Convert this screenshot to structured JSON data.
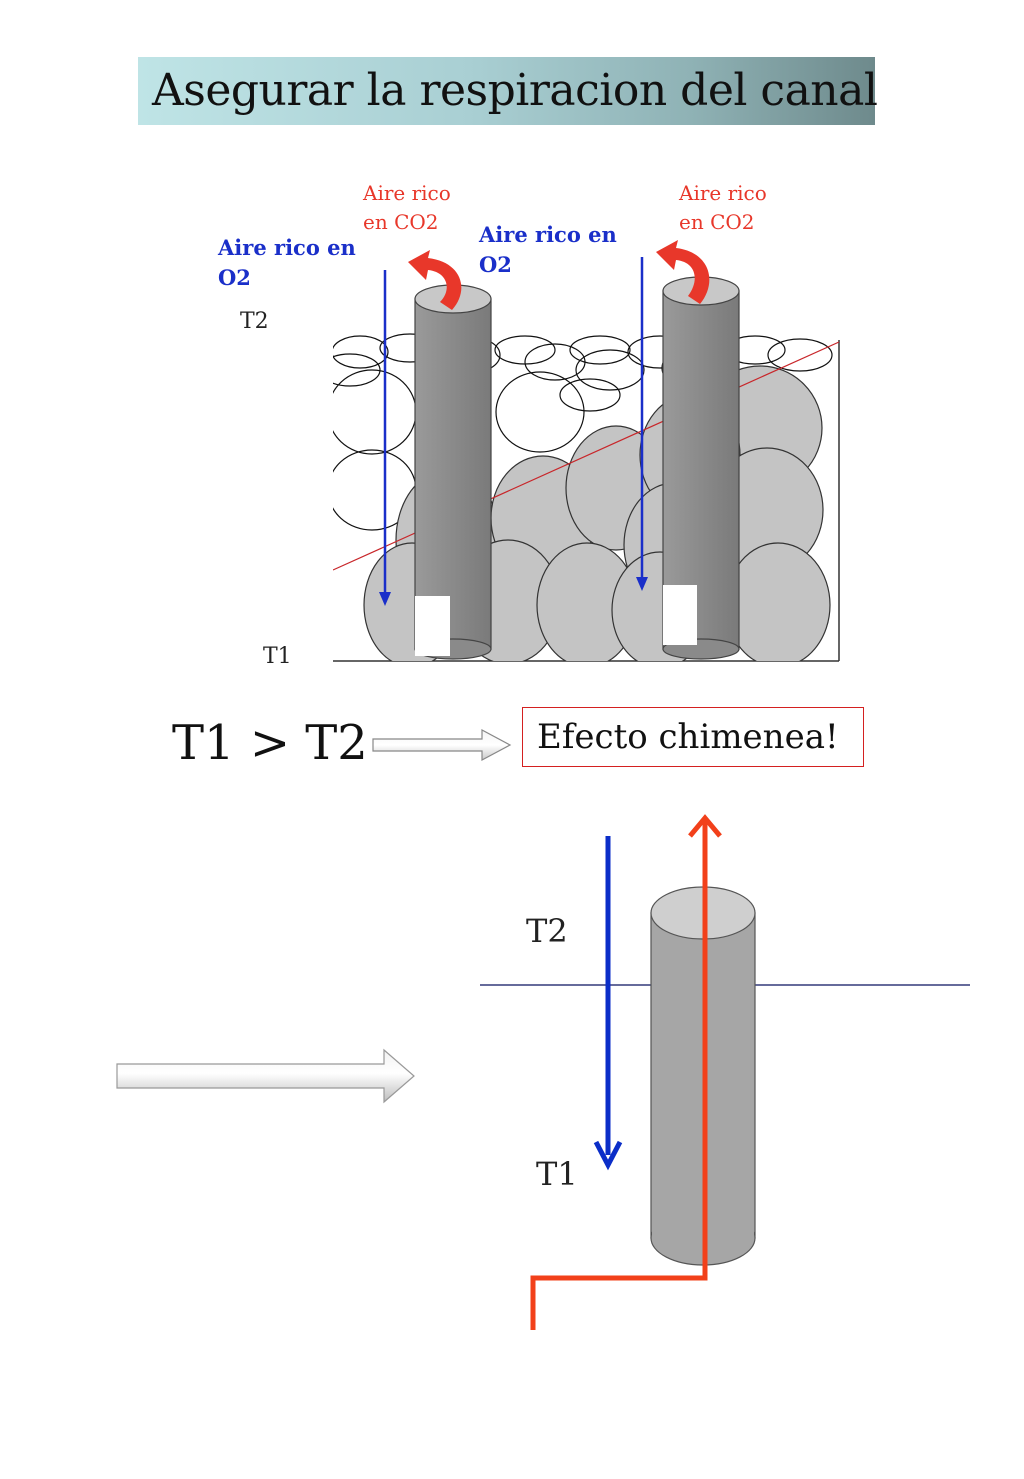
{
  "title": "Asegurar  la respiracion del canal",
  "diagram_top": {
    "co2_label_line1": "Aire rico",
    "co2_label_line2": "en CO2",
    "o2_label_line1": "Aire rico en",
    "o2_label_line2": "O2",
    "t2": "T2",
    "t1": "T1"
  },
  "inequality": "T1 > T2",
  "effect": "Efecto chimenea!",
  "diagram_bottom": {
    "t2": "T2",
    "t1": "T1"
  },
  "colors": {
    "co2_red": "#e8372a",
    "o2_blue": "#1a2fc9",
    "arrow_blue": "#0b2ec8",
    "flow_red": "#f2401a",
    "pipe_gray": "#8e8e8e",
    "stone_gray": "#c3c3c3",
    "gradient_line": "#c8262a"
  }
}
